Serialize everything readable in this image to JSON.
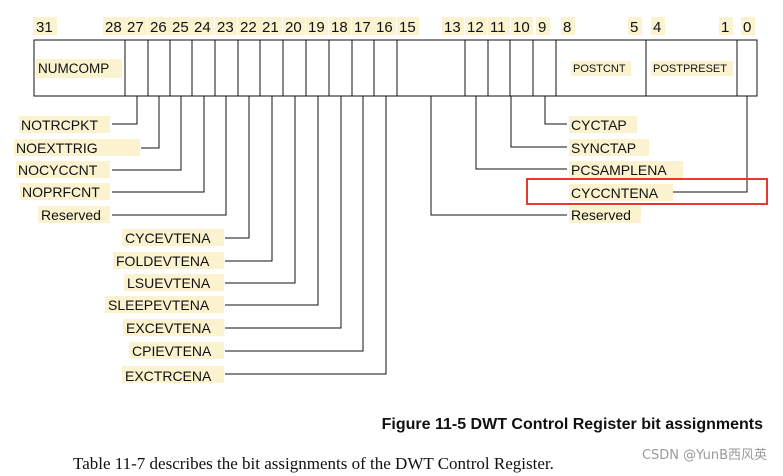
{
  "bit_numbers": [
    "31",
    "28",
    "27",
    "26",
    "25",
    "24",
    "23",
    "22",
    "21",
    "20",
    "19",
    "18",
    "17",
    "16",
    "15",
    "13",
    "12",
    "11",
    "10",
    "9",
    "8",
    "5",
    "4",
    "1",
    "0"
  ],
  "register_cells": {
    "numcomp": "NUMCOMP",
    "postcnt": "POSTCNT",
    "postpreset": "POSTPRESET"
  },
  "left_fields": [
    "NOTRCPKT",
    "NOEXTTRIG",
    "NOCYCCNT",
    "NOPRFCNT",
    "Reserved",
    "CYCEVTENA",
    "FOLDEVTENA",
    "LSUEVTENA",
    "SLEEPEVTENA",
    "EXCEVTENA",
    "CPIEVTENA",
    "EXCTRCENA"
  ],
  "right_fields": [
    "CYCTAP",
    "SYNCTAP",
    "PCSAMPLENA",
    "CYCCNTENA",
    "Reserved"
  ],
  "highlighted_field": "CYCCNTENA",
  "highlight_color": "#e53935",
  "figure_caption": "Figure 11-5 DWT Control Register bit assignments",
  "footnote": "Table 11-7 describes the bit assignments of the DWT Control Register.",
  "watermark": "CSDN @YunB西风英"
}
